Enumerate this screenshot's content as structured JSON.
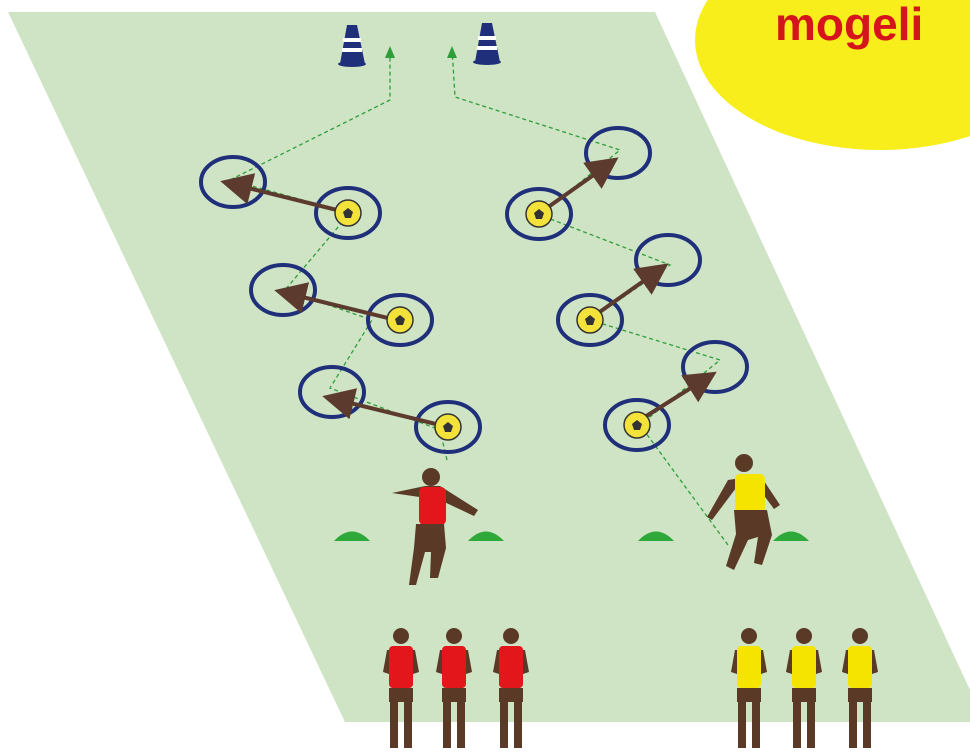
{
  "badge": {
    "text": "mogeli"
  },
  "colors": {
    "field": "#cfe3c5",
    "ring": "#1f2f7a",
    "ball": "#f2e23a",
    "pass_arrow": "#5c3b2e",
    "run_line": "#2e9e3a",
    "cone_blue": "#1f2f7a",
    "marker_green": "#2fa83a",
    "team_red": "#e3161b",
    "team_yellow": "#f5e400",
    "skin": "#5a3a26",
    "badge_fill": "#f7ee1c",
    "badge_text": "#d5141c"
  },
  "icons": [
    "cone-icon",
    "ball-icon",
    "marker-disc-icon",
    "player-icon"
  ],
  "teams": [
    "red",
    "yellow"
  ]
}
